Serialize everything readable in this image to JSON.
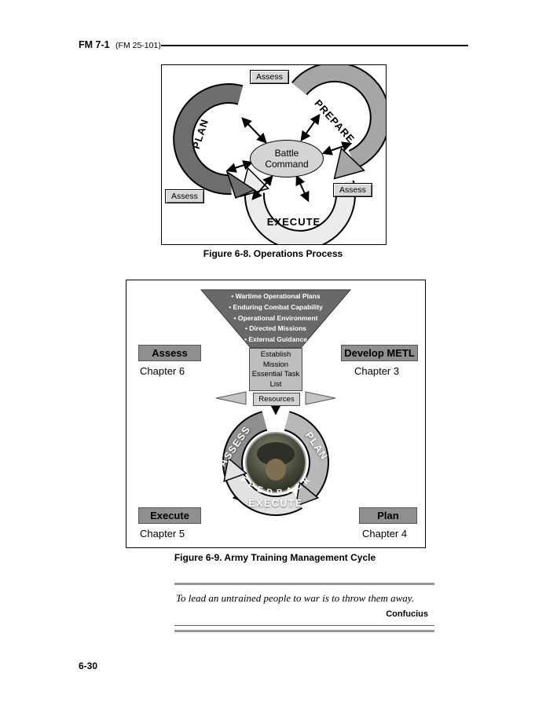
{
  "header": {
    "manual_number": "FM 7-1",
    "parent_reference": "(FM 25-101)"
  },
  "footer": {
    "page_number": "6-30"
  },
  "figure_6_8": {
    "caption": "Figure 6-8. Operations Process",
    "center_label": "Battle Command",
    "arrows": {
      "plan": "PLAN",
      "prepare": "PREPARE",
      "execute": "EXECUTE"
    },
    "assess_labels": {
      "top": "Assess",
      "left": "Assess",
      "right": "Assess"
    }
  },
  "figure_6_9": {
    "caption": "Figure 6-9. Army Training Management Cycle",
    "funnel_inputs": [
      "• Wartime Operational Plans",
      "• Enduring Combat Capability",
      "• Operational Environment",
      "• Directed Missions",
      "• External Guidance"
    ],
    "establish_box": "Establish Mission Essential Task List",
    "resources_label": "Resources",
    "cycle": {
      "assess": "ASSESS",
      "plan": "PLAN",
      "execute": "EXECUTE",
      "feedback": "F E E D B A C K"
    },
    "quadrants": [
      {
        "label": "Assess",
        "chapter": "Chapter 6"
      },
      {
        "label": "Develop METL",
        "chapter": "Chapter 3"
      },
      {
        "label": "Execute",
        "chapter": "Chapter 5"
      },
      {
        "label": "Plan",
        "chapter": "Chapter 4"
      }
    ]
  },
  "quote": {
    "text": "To lead an untrained people to war is to throw them away.",
    "attribution": "Confucius"
  },
  "colors": {
    "arrow_dark": "#6e6e6e",
    "arrow_mid": "#a6a6a6",
    "arrow_light": "#ececec",
    "ring_dark": "#8f8f8f",
    "ring_mid": "#b8b8b8",
    "ring_light": "#e2e2e2",
    "funnel_gray": "#696969",
    "label_box_gray": "#8f8f8f"
  }
}
